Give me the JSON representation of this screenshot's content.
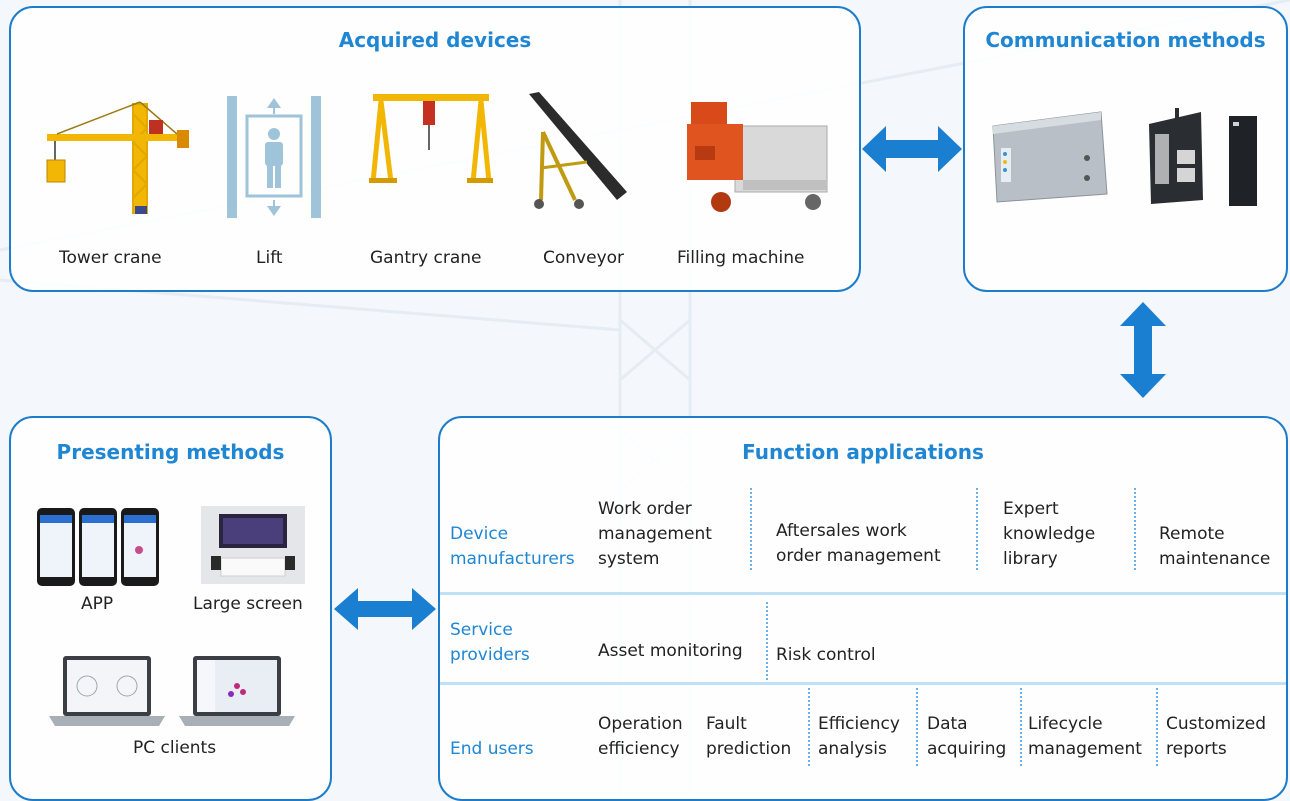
{
  "acquired": {
    "title": "Acquired devices",
    "devices": [
      {
        "label": "Tower crane",
        "icon": "tower-crane-icon"
      },
      {
        "label": "Lift",
        "icon": "lift-icon"
      },
      {
        "label": "Gantry crane",
        "icon": "gantry-crane-icon"
      },
      {
        "label": "Conveyor",
        "icon": "conveyor-icon"
      },
      {
        "label": "Filling machine",
        "icon": "filling-machine-icon"
      }
    ]
  },
  "communication": {
    "title": "Communication methods"
  },
  "presenting": {
    "title": "Presenting methods",
    "items": [
      {
        "label": "APP"
      },
      {
        "label": "Large screen"
      },
      {
        "label": "PC clients"
      }
    ]
  },
  "functions": {
    "title": "Function applications",
    "rows": [
      {
        "label": [
          "Device",
          "manufacturers"
        ],
        "items": [
          [
            "Work order",
            "management",
            "system"
          ],
          [
            "Aftersales work",
            "order management"
          ],
          [
            "Expert",
            "knowledge",
            "library"
          ],
          [
            "Remote",
            "maintenance"
          ]
        ]
      },
      {
        "label": [
          "Service",
          "providers"
        ],
        "items": [
          [
            "Asset monitoring"
          ],
          [
            "Risk control"
          ]
        ]
      },
      {
        "label": [
          "End users"
        ],
        "items": [
          [
            "Operation",
            "efficiency"
          ],
          [
            "Fault",
            "prediction"
          ],
          [
            "Efficiency",
            "analysis"
          ],
          [
            "Data",
            "acquiring"
          ],
          [
            "Lifecycle",
            "management"
          ],
          [
            "Customized",
            "reports"
          ]
        ]
      }
    ]
  },
  "colors": {
    "accent": "#1e7dcb",
    "title": "#1f86d3",
    "crane": "#f2b705",
    "arrow": "#1a7fd0"
  }
}
